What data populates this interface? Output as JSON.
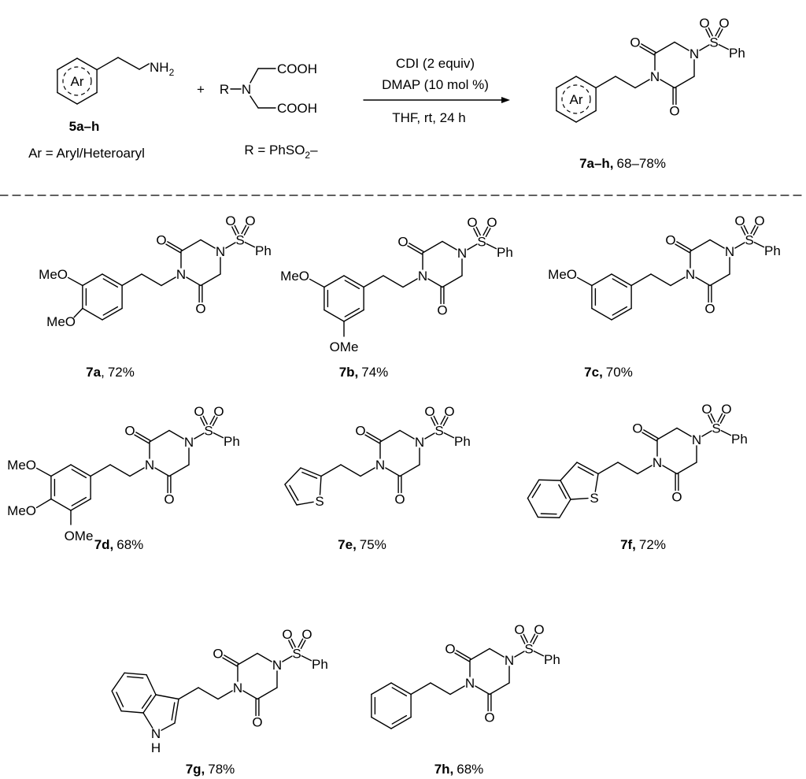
{
  "scheme": {
    "reactant_amine": {
      "ring_label": "Ar",
      "amine": "NH",
      "amine_sub": "2",
      "label": "5a–h",
      "note": "Ar = Aryl/Heteroaryl"
    },
    "plus": "+",
    "reactant_acid": {
      "r": "R",
      "n": "N",
      "cooh_top": "COOH",
      "cooh_bottom": "COOH",
      "note_prefix": "R = PhSO",
      "note_sub": "2",
      "note_suffix": "–"
    },
    "conditions": {
      "above_1": "CDI (2 equiv)",
      "above_2": "DMAP (10 mol %)",
      "below": "THF, rt, 24 h"
    },
    "product": {
      "ring_label": "Ar",
      "id": "7a–h,",
      "yield": "68–78%"
    }
  },
  "atoms": {
    "N": "N",
    "O": "O",
    "S": "S",
    "Ph": "Ph",
    "MeO": "MeO",
    "OMe": "OMe",
    "H": "H"
  },
  "compounds": [
    {
      "id": "7a",
      "comma": ",",
      "yield": "72%"
    },
    {
      "id": "7b,",
      "comma": "",
      "yield": "74%"
    },
    {
      "id": "7c,",
      "comma": "",
      "yield": "70%"
    },
    {
      "id": "7d,",
      "comma": "",
      "yield": "68%"
    },
    {
      "id": "7e,",
      "comma": "",
      "yield": "75%"
    },
    {
      "id": "7f,",
      "comma": "",
      "yield": "72%"
    },
    {
      "id": "7g,",
      "comma": "",
      "yield": "78%"
    },
    {
      "id": "7h,",
      "comma": "",
      "yield": "68%"
    }
  ]
}
